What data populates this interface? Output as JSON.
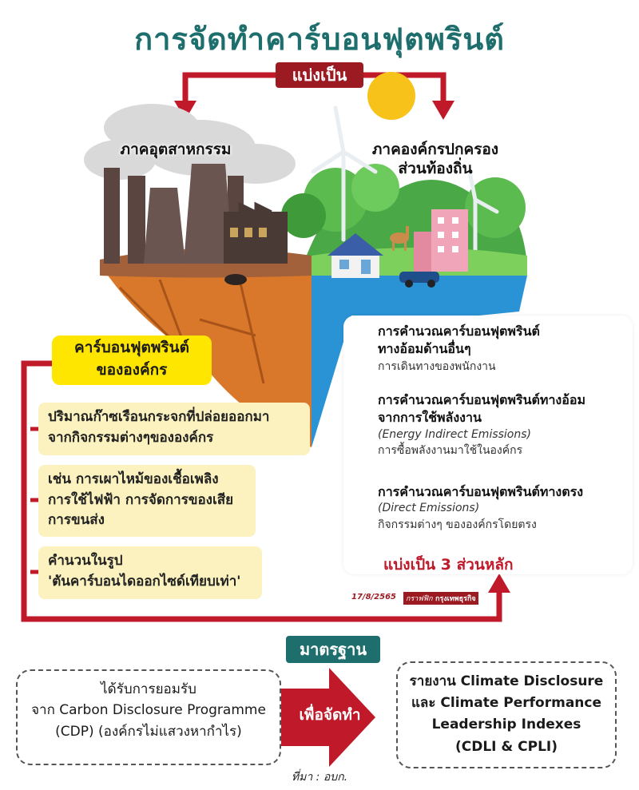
{
  "title": "การจัดทำคาร์บอนฟุตพรินต์",
  "divide_label": "แบ่งเป็น",
  "sectors": {
    "industry": "ภาคอุตสาหกรรม",
    "local_gov_line1": "ภาคองค์กรปกครอง",
    "local_gov_line2": "ส่วนท้องถิ่น"
  },
  "org": {
    "title_line1": "คาร์บอนฟุตพรินต์",
    "title_line2": "ขององค์กร",
    "box1_line1": "ปริมาณก๊าซเรือนกระจกที่ปล่อยออกมา",
    "box1_line2": "จากกิจกรรมต่างๆขององค์กร",
    "box2_line1": "เช่น การเผาไหม้ของเชื้อเพลิง",
    "box2_line2": "การใช้ไฟฟ้า การจัดการของเสีย",
    "box2_line3": "การขนส่ง",
    "box3_line1": "คำนวนในรูป",
    "box3_line2": "'ตันคาร์บอนไดออกไซด์เทียบเท่า'"
  },
  "calc_items": [
    {
      "title_line1": "การคำนวณคาร์บอนฟุตพรินต์",
      "title_line2": "ทางอ้อมด้านอื่นๆ",
      "desc": "การเดินทางของพนักงาน"
    },
    {
      "title_line1": "การคำนวณคาร์บอนฟุตพรินต์ทางอ้อม",
      "title_line2": "จากการใช้พลังงาน",
      "english": "(Energy Indirect Emissions)",
      "desc": "การซื้อพลังงานมาใช้ในองค์กร"
    },
    {
      "title_line1": "การคำนวณคาร์บอนฟุตพรินต์ทางตรง",
      "english": "(Direct Emissions)",
      "desc": "กิจกรรมต่างๆ ขององค์กรโดยตรง"
    }
  ],
  "three_parts": "แบ่งเป็น 3 ส่วนหลัก",
  "credit": {
    "date": "17/8/2565",
    "label": "กราฟฟิก",
    "source": "กรุงเทพธุรกิจ"
  },
  "standard_label": "มาตรฐาน",
  "left_box": {
    "line1": "ได้รับการยอมรับ",
    "line2": "จาก Carbon Disclosure Programme",
    "line3": "(CDP) (องค์กรไม่แสวงหากำไร)"
  },
  "arrow_label": "เพื่อจัดทำ",
  "right_box": {
    "line1": "รายงาน Climate Disclosure",
    "line2": "และ Climate Performance",
    "line3": "Leadership Indexes",
    "line4": "(CDLI & CPLI)"
  },
  "source_note": "ที่มา : อบก.",
  "colors": {
    "title": "#1f6e6e",
    "accent_red": "#9c1b23",
    "highlight_yellow": "#ffe600",
    "cream": "#fbf2bf"
  }
}
